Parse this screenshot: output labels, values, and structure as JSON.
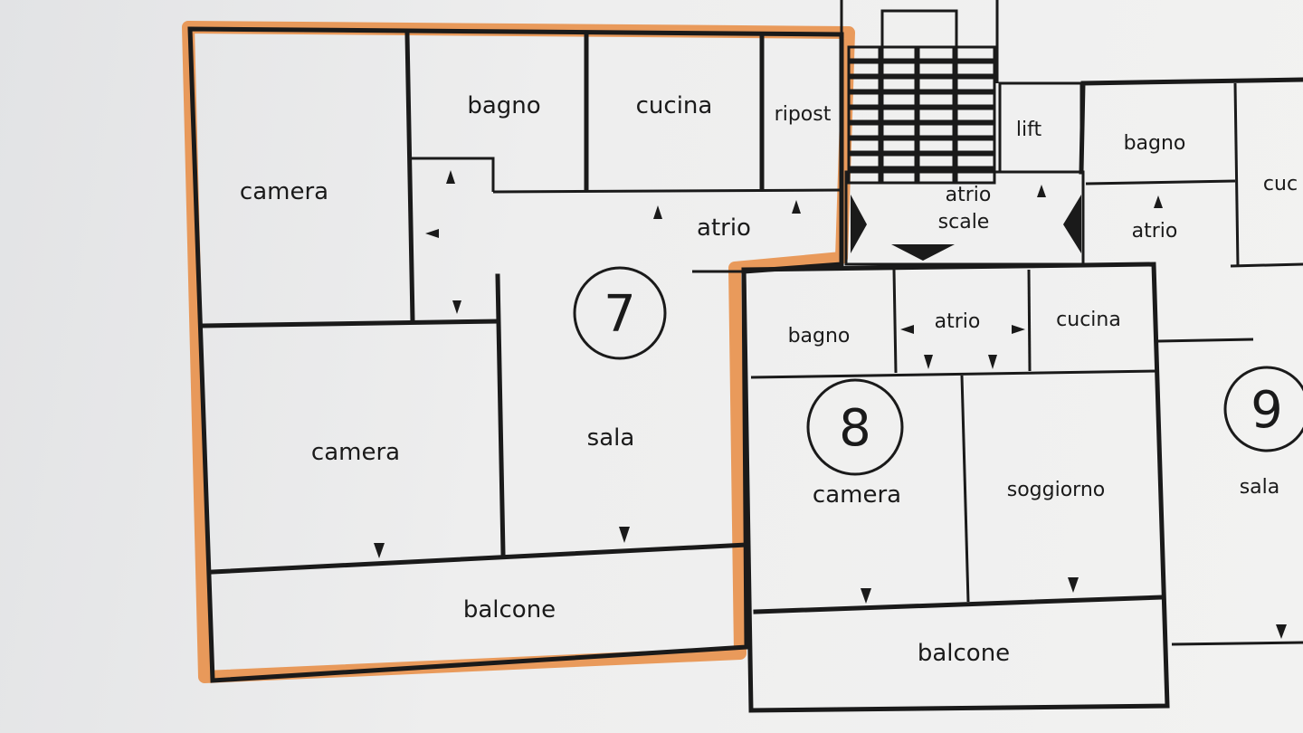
{
  "highlight_color": "#e8904a",
  "unit7": {
    "number": "7",
    "rooms": {
      "camera_top": "camera",
      "bagno": "bagno",
      "cucina": "cucina",
      "ripost": "ripost",
      "atrio": "atrio",
      "camera_bottom": "camera",
      "sala": "sala",
      "balcone": "balcone"
    }
  },
  "common": {
    "lift": "lift",
    "atrio_scale_1": "atrio",
    "atrio_scale_2": "scale"
  },
  "unit8": {
    "number": "8",
    "rooms": {
      "bagno": "bagno",
      "atrio": "atrio",
      "cucina": "cucina",
      "camera": "camera",
      "soggiorno": "soggiorno",
      "balcone": "balcone"
    }
  },
  "unit9": {
    "number": "9",
    "rooms": {
      "bagno": "bagno",
      "cucina": "cuc",
      "atrio": "atrio",
      "sala": "sala"
    }
  }
}
